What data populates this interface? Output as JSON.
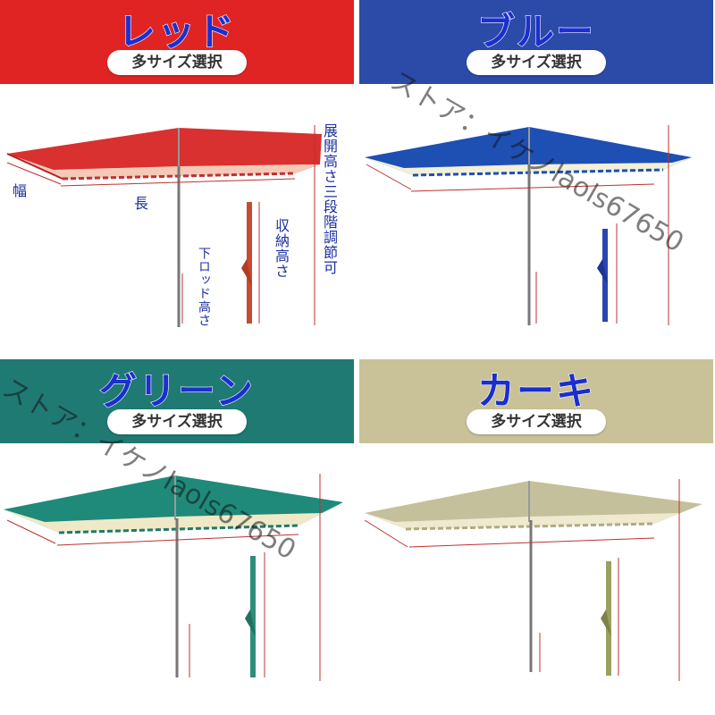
{
  "panels": {
    "red": {
      "title": "レッド",
      "subtitle": "多サイズ選択",
      "header_color": "#e02424",
      "canopy_color": "#d93030"
    },
    "blue": {
      "title": "ブルー",
      "subtitle": "多サイズ選択",
      "header_color": "#2c4ba8",
      "canopy_color": "#1e4fb3"
    },
    "green": {
      "title": "グリーン",
      "subtitle": "多サイズ選択",
      "header_color": "#1f7a73",
      "canopy_color": "#1f8a7a"
    },
    "khaki": {
      "title": "カーキ",
      "subtitle": "多サイズ選択",
      "header_color": "#c9c299",
      "canopy_color": "#c4c09c"
    }
  },
  "dimension_labels": {
    "width": "幅",
    "length": "長",
    "storage_height": "収納高さ",
    "lower_rod_height": "下ロッド高さ",
    "open_height": "展開高さ三段階調節可"
  },
  "watermark": {
    "text": "ストア：イケノlaols67650"
  }
}
